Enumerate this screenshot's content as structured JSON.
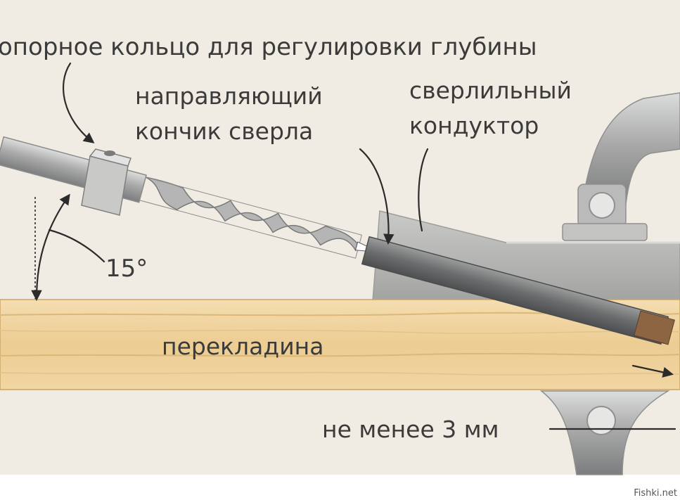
{
  "labels": {
    "depth_ring": "опорное кольцо для регулировки глубины",
    "guide_tip_line1": "направляющий",
    "guide_tip_line2": "кончик сверла",
    "jig_line1": "сверлильный",
    "jig_line2": "кондуктор",
    "angle": "15°",
    "crossbar": "перекладина",
    "min_distance": "не менее 3 мм"
  },
  "watermark": "Fishki.net",
  "colors": {
    "background": "#f1ece3",
    "wood_light": "#f2d9a8",
    "wood_dark": "#d9b373",
    "metal": "#a9aaa9",
    "metal_dark": "#6e6f70",
    "text": "#3b3b3b"
  }
}
